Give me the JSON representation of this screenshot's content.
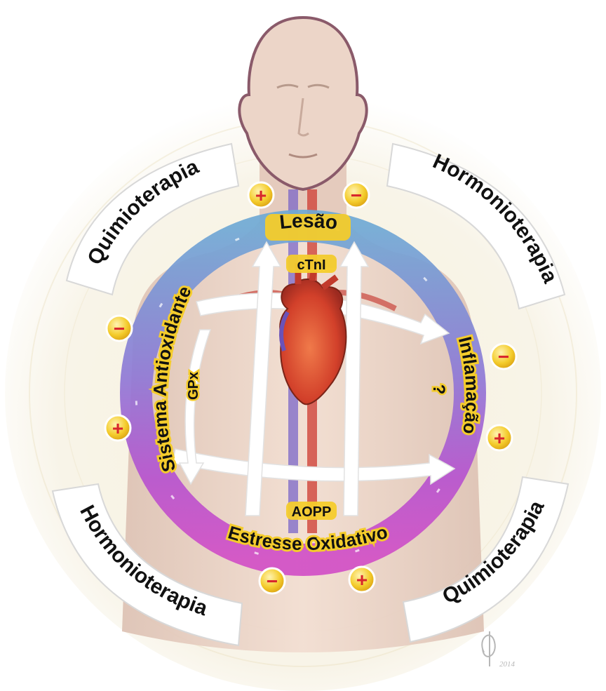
{
  "nodes": {
    "lesao": "Lesão",
    "inflamacao": "Inflamação",
    "estresse": "Estresse Oxidativo",
    "antioxidante": "Sistema Antioxidante"
  },
  "markers": {
    "ctni": "cTnI",
    "gpx": "GPx",
    "aopp": "AOPP",
    "unknown": "?"
  },
  "therapies": {
    "top_left": "Quimioterapia",
    "top_right": "Hormonioterapia",
    "bottom_left": "Hormonioterapia",
    "bottom_right": "Quimioterapia"
  },
  "signs": {
    "plus": "+",
    "minus": "−"
  },
  "signature": {
    "year": "2014"
  },
  "colors": {
    "blue": "#6fa9d4",
    "purple": "#a35bd0",
    "magenta": "#d24fc6",
    "badge_yellow": "#f4cc2c",
    "badge_red": "#d8262c",
    "skin": "#ead3c6",
    "heart_red": "#d9452c"
  }
}
